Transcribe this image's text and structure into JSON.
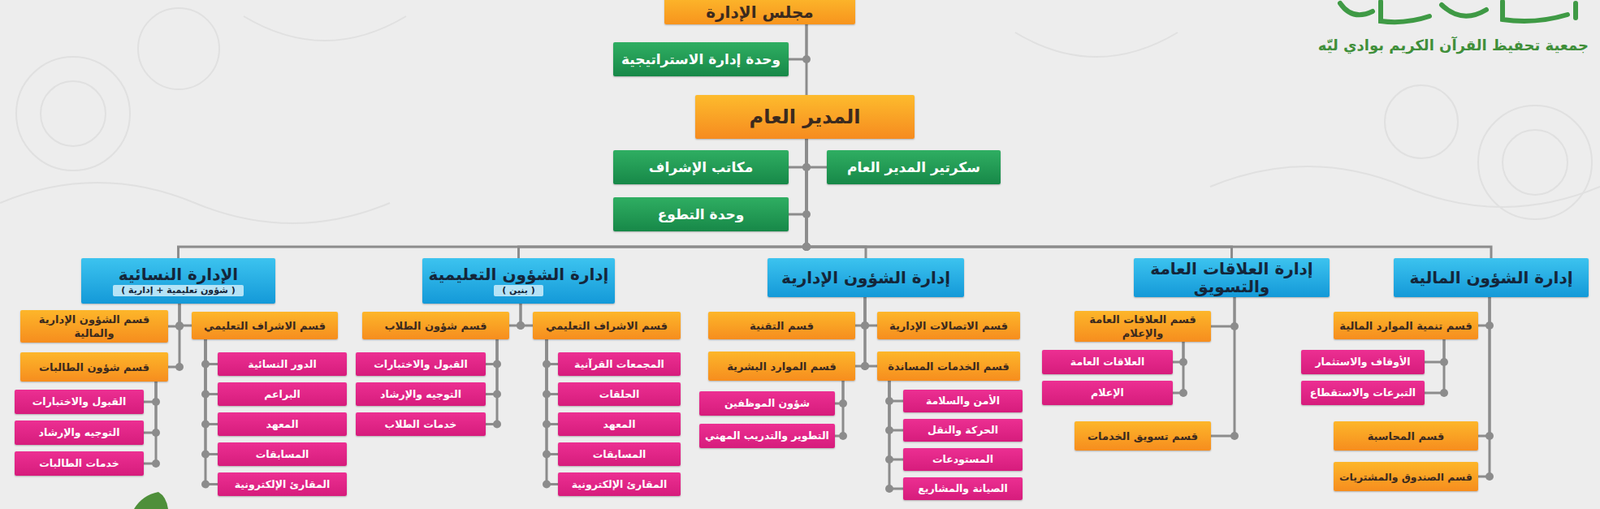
{
  "diagram": {
    "nodes": [
      {
        "text": [
          "مجلس الإدارة"
        ]
      },
      {
        "text": [
          "وحدة إدارة الاستراتيجية"
        ]
      },
      {
        "text": [
          "المدير العام"
        ]
      },
      {
        "text": [
          "سكرتير المدير العام"
        ]
      },
      {
        "text": [
          "مكاتب الإشراف"
        ]
      },
      {
        "text": [
          "وحدة التطوع"
        ]
      },
      {
        "text": [
          "إدارة الشؤون المالية"
        ]
      },
      {
        "text": [
          "إدارة العلاقات العامة والتسويق"
        ]
      },
      {
        "text": [
          "إدارة الشؤون الإدارية"
        ]
      },
      {
        "text": [
          "إدارة الشؤون التعليمية",
          "( بنين )"
        ]
      },
      {
        "text": [
          "الإدارة النسائية",
          "( شؤون تعليمية + إدارية )"
        ]
      },
      {
        "text": [
          "قسم تنمية الموارد المالية"
        ]
      },
      {
        "text": [
          "الأوقاف والاستثمار"
        ]
      },
      {
        "text": [
          "التبرعات والاستقطاع"
        ]
      },
      {
        "text": [
          "قسم المحاسبة"
        ]
      },
      {
        "text": [
          "قسم الصندوق والمشتريات"
        ]
      },
      {
        "text": [
          "قسم العلاقات العامة والإعلام"
        ]
      },
      {
        "text": [
          "العلاقات العامة"
        ]
      },
      {
        "text": [
          "الإعلام"
        ]
      },
      {
        "text": [
          "قسم تسويق الخدمات"
        ]
      },
      {
        "text": [
          "قسم الاتصالات الإدارية"
        ]
      },
      {
        "text": [
          "قسم الخدمات المساندة"
        ]
      },
      {
        "text": [
          "الأمن والسلامة"
        ]
      },
      {
        "text": [
          "الحركة والنقل"
        ]
      },
      {
        "text": [
          "المستودعات"
        ]
      },
      {
        "text": [
          "الصيانة والمشاريع"
        ]
      },
      {
        "text": [
          "قسم التقنية"
        ]
      },
      {
        "text": [
          "قسم الموارد البشرية"
        ]
      },
      {
        "text": [
          "شؤون الموظفين"
        ]
      },
      {
        "text": [
          "التطوير والتدريب المهني"
        ]
      },
      {
        "text": [
          "قسم الاشراف التعليمي"
        ]
      },
      {
        "text": [
          "المجمعات القرآنية"
        ]
      },
      {
        "text": [
          "الحلقات"
        ]
      },
      {
        "text": [
          "المعهد"
        ]
      },
      {
        "text": [
          "المسابقات"
        ]
      },
      {
        "text": [
          "المقارئ الإلكترونية"
        ]
      },
      {
        "text": [
          "قسم شؤون الطلاب"
        ]
      },
      {
        "text": [
          "القبول والاختبارات"
        ]
      },
      {
        "text": [
          "التوجيه والإرشاد"
        ]
      },
      {
        "text": [
          "خدمات الطلاب"
        ]
      },
      {
        "text": [
          "قسم الاشراف التعليمي"
        ]
      },
      {
        "text": [
          "الدور النسائية"
        ]
      },
      {
        "text": [
          "البراعم"
        ]
      },
      {
        "text": [
          "المعهد"
        ]
      },
      {
        "text": [
          "المسابقات"
        ]
      },
      {
        "text": [
          "المقارئ الإلكترونية"
        ]
      },
      {
        "text": [
          "قسم الشؤون الإدارية والمالية"
        ]
      },
      {
        "text": [
          "قسم شؤون الطالبات"
        ]
      },
      {
        "text": [
          "القبول والاختبارات"
        ]
      },
      {
        "text": [
          "التوجيه والإرشاد"
        ]
      },
      {
        "text": [
          "خدمات الطالبات"
        ]
      }
    ],
    "edges": [
      {
        "from": 0,
        "to": 1,
        "arrow": "none"
      },
      {
        "from": 0,
        "to": 2,
        "arrow": "none"
      },
      {
        "from": 2,
        "to": 3,
        "arrow": "none"
      },
      {
        "from": 2,
        "to": 4,
        "arrow": "none"
      },
      {
        "from": 2,
        "to": 5,
        "arrow": "none"
      },
      {
        "from": 2,
        "to": 6,
        "arrow": "none"
      },
      {
        "from": 2,
        "to": 7,
        "arrow": "none"
      },
      {
        "from": 2,
        "to": 8,
        "arrow": "none"
      },
      {
        "from": 2,
        "to": 9,
        "arrow": "none"
      },
      {
        "from": 2,
        "to": 10,
        "arrow": "none"
      },
      {
        "from": 6,
        "to": 11,
        "arrow": "none"
      },
      {
        "from": 11,
        "to": 12,
        "arrow": "none"
      },
      {
        "from": 11,
        "to": 13,
        "arrow": "none"
      },
      {
        "from": 6,
        "to": 14,
        "arrow": "none"
      },
      {
        "from": 6,
        "to": 15,
        "arrow": "none"
      },
      {
        "from": 7,
        "to": 16,
        "arrow": "none"
      },
      {
        "from": 16,
        "to": 17,
        "arrow": "none"
      },
      {
        "from": 16,
        "to": 18,
        "arrow": "none"
      },
      {
        "from": 7,
        "to": 19,
        "arrow": "none"
      },
      {
        "from": 8,
        "to": 20,
        "arrow": "none"
      },
      {
        "from": 8,
        "to": 21,
        "arrow": "none"
      },
      {
        "from": 21,
        "to": 22,
        "arrow": "none"
      },
      {
        "from": 21,
        "to": 23,
        "arrow": "none"
      },
      {
        "from": 21,
        "to": 24,
        "arrow": "none"
      },
      {
        "from": 21,
        "to": 25,
        "arrow": "none"
      },
      {
        "from": 8,
        "to": 26,
        "arrow": "none"
      },
      {
        "from": 8,
        "to": 27,
        "arrow": "none"
      },
      {
        "from": 27,
        "to": 28,
        "arrow": "none"
      },
      {
        "from": 27,
        "to": 29,
        "arrow": "none"
      },
      {
        "from": 9,
        "to": 30,
        "arrow": "none"
      },
      {
        "from": 30,
        "to": 31,
        "arrow": "none"
      },
      {
        "from": 30,
        "to": 32,
        "arrow": "none"
      },
      {
        "from": 30,
        "to": 33,
        "arrow": "none"
      },
      {
        "from": 30,
        "to": 34,
        "arrow": "none"
      },
      {
        "from": 30,
        "to": 35,
        "arrow": "none"
      },
      {
        "from": 9,
        "to": 36,
        "arrow": "none"
      },
      {
        "from": 36,
        "to": 37,
        "arrow": "none"
      },
      {
        "from": 36,
        "to": 38,
        "arrow": "none"
      },
      {
        "from": 36,
        "to": 39,
        "arrow": "none"
      },
      {
        "from": 10,
        "to": 40,
        "arrow": "none"
      },
      {
        "from": 40,
        "to": 41,
        "arrow": "none"
      },
      {
        "from": 40,
        "to": 42,
        "arrow": "none"
      },
      {
        "from": 40,
        "to": 43,
        "arrow": "none"
      },
      {
        "from": 40,
        "to": 44,
        "arrow": "none"
      },
      {
        "from": 40,
        "to": 45,
        "arrow": "none"
      },
      {
        "from": 10,
        "to": 46,
        "arrow": "none"
      },
      {
        "from": 10,
        "to": 47,
        "arrow": "none"
      },
      {
        "from": 47,
        "to": 48,
        "arrow": "none"
      },
      {
        "from": 47,
        "to": 49,
        "arrow": "none"
      },
      {
        "from": 47,
        "to": 50,
        "arrow": "none"
      }
    ],
    "labels": [
      "جمعية تحفيظ القرآن الكريم بوادي ليّه"
    ]
  }
}
